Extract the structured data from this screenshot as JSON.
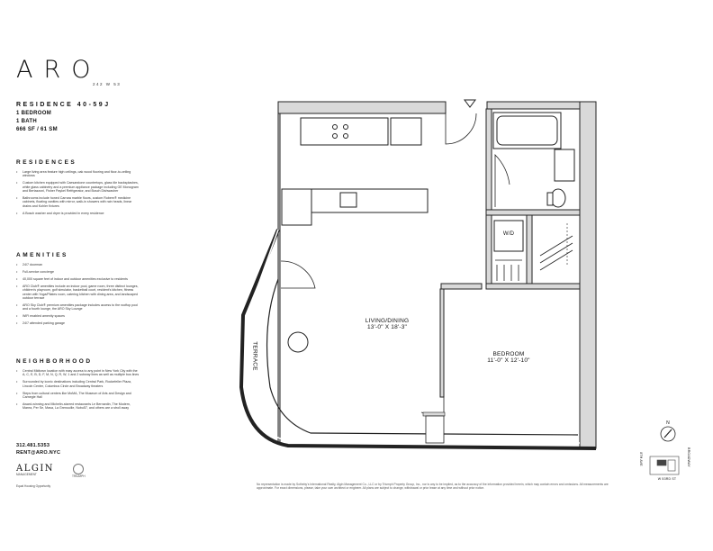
{
  "brand": {
    "logo": "ARO",
    "address": "242 W 53"
  },
  "residence": {
    "title": "RESIDENCE 40-59J",
    "bedrooms": "1 BEDROOM",
    "baths": "1 BATH",
    "size": "666 SF / 61 SM"
  },
  "sections": {
    "residences": {
      "heading": "RESIDENCES",
      "items": [
        "Large living area feature high ceilings, oak wood flooring and floor-to-ceiling windows",
        "Custom kitchen equipped with Caesarstone countertops, glass tile backsplashes, white glass cabinetry and a premium appliance package including GE Monogram and Bertazzoni, Fisher Paykel Refrigerator, and Bosch Dishwasher",
        "Bathrooms include honed Carrara marble floors, custom Robern® medicine cabinets, floating vanities with mirror, walk-in showers with rain heads, linear drains and Kohler fixtures",
        "A Bosch washer and dryer is provided in every residence"
      ]
    },
    "amenities": {
      "heading": "AMENITIES",
      "items": [
        "24/7 doorman",
        "Full-service concierge",
        "40,000 square feet of indoor and outdoor amenities exclusive to residents",
        "ARO Club® amenities include an indoor pool, game room, three distinct lounges, children's playroom, golf simulator, basketball court, resident's kitchen, fitness center with Yoga/Pilates room, catering kitchen with dining area, and landscaped outdoor terrace",
        "ARO Sky Club® premium amenities package includes access to the rooftop pool and a fourth lounge, the ARO Sky Lounge",
        "WiFi enabled amenity spaces",
        "24/7 attended parking garage"
      ]
    },
    "neighborhood": {
      "heading": "NEIGHBORHOOD",
      "items": [
        "Central Midtown location with easy access to any point in New York City with the A, C, E, B, D, F, M, N, Q, R, W, 1 and 2 subway lines as well as multiple bus lines",
        "Surrounded by iconic destinations including Central Park, Rockefeller Plaza, Lincoln Center, Columbus Circle and Broadway theaters",
        "Steps from cultural centers like MoMA, The Museum of Arts and Design and Carnegie Hall",
        "Award-winning and Michelin-starred restaurants Le Bernardin, The Modern, Marea, Per Se, Masa, La Grenouille, Nobu57, and others are a stroll away"
      ]
    }
  },
  "contact": {
    "phone": "312.481.5353",
    "email": "RENT@ARO.NYC"
  },
  "developer": {
    "name": "ALGIN",
    "sub": "MANAGEMENT",
    "partner": "TRIUMPH"
  },
  "equal_housing_note": "Equal Housing Opportunity",
  "disclaimer": "No representation is made by Sotheby's International Realty, Algin Management Co., LLC or by Triumph Property Group, Inc., nor is any to be implied, as to the accuracy of the information provided herein, which may contain errors and omissions. All measurements are approximate. For exact dimensions, please, take your own architect or engineer. All plans are subject to change, withdrawal or prior lease at any time and without prior notice.",
  "rooms": {
    "living": {
      "name": "LIVING/DINING",
      "dims": "13'-0\" X 18'-3\""
    },
    "bedroom": {
      "name": "BEDROOM",
      "dims": "11'-0\" X 12'-10\""
    },
    "terrace": "TERRACE",
    "washer_dryer": "W/D"
  },
  "keyplan": {
    "north": "N",
    "avenue": "8TH AVE",
    "cross_street": "W 53RD ST",
    "broadway": "BROADWAY"
  }
}
